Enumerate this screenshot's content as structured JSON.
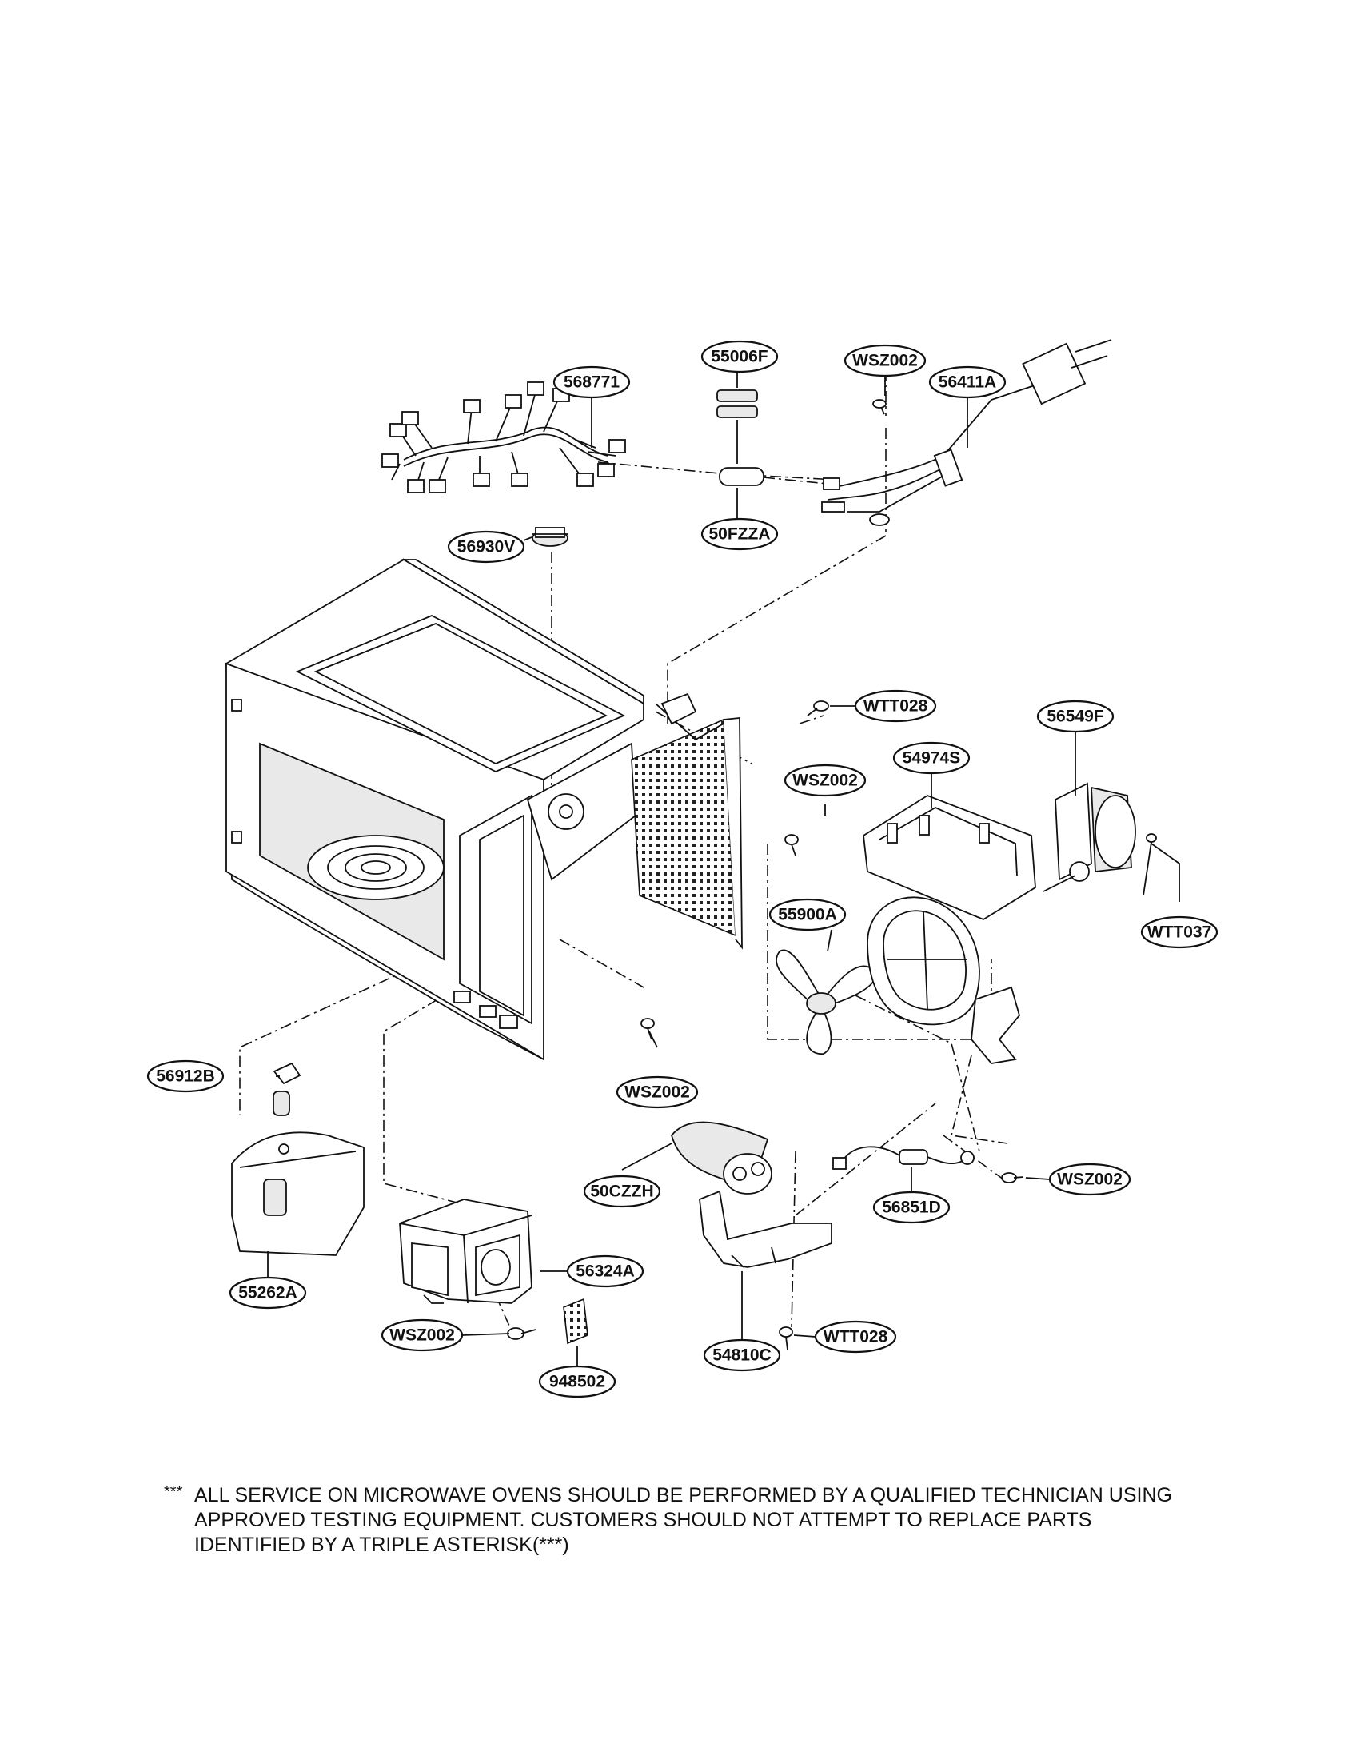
{
  "parts": [
    {
      "key": "p568771",
      "label": "568771"
    },
    {
      "key": "p55006F",
      "label": "55006F"
    },
    {
      "key": "pWSZ002a",
      "label": "WSZ002"
    },
    {
      "key": "p56411A",
      "label": "56411A"
    },
    {
      "key": "p50FZZA",
      "label": "50FZZA"
    },
    {
      "key": "p56930V",
      "label": "56930V"
    },
    {
      "key": "pWTT028a",
      "label": "WTT028"
    },
    {
      "key": "p56549F",
      "label": "56549F"
    },
    {
      "key": "p54974S",
      "label": "54974S"
    },
    {
      "key": "pWSZ002b",
      "label": "WSZ002"
    },
    {
      "key": "p55900A",
      "label": "55900A"
    },
    {
      "key": "pWTT037",
      "label": "WTT037"
    },
    {
      "key": "p56912B",
      "label": "56912B"
    },
    {
      "key": "pWSZ002c",
      "label": "WSZ002"
    },
    {
      "key": "p50CZZH",
      "label": "50CZZH"
    },
    {
      "key": "pWSZ002d",
      "label": "WSZ002"
    },
    {
      "key": "p56851D",
      "label": "56851D"
    },
    {
      "key": "p55262A",
      "label": "55262A"
    },
    {
      "key": "p56324A",
      "label": "56324A"
    },
    {
      "key": "p54810C",
      "label": "54810C"
    },
    {
      "key": "pWSZ002e",
      "label": "WSZ002"
    },
    {
      "key": "pWTT028b",
      "label": "WTT028"
    },
    {
      "key": "p948502",
      "label": "948502"
    }
  ],
  "note": {
    "marker": "***",
    "lines": [
      "ALL SERVICE ON MICROWAVE OVENS SHOULD BE PERFORMED BY A QUALIFIED TECHNICIAN USING",
      "APPROVED TESTING EQUIPMENT. CUSTOMERS SHOULD NOT ATTEMPT TO REPLACE PARTS",
      "IDENTIFIED BY A TRIPLE ASTERISK(***)"
    ]
  }
}
